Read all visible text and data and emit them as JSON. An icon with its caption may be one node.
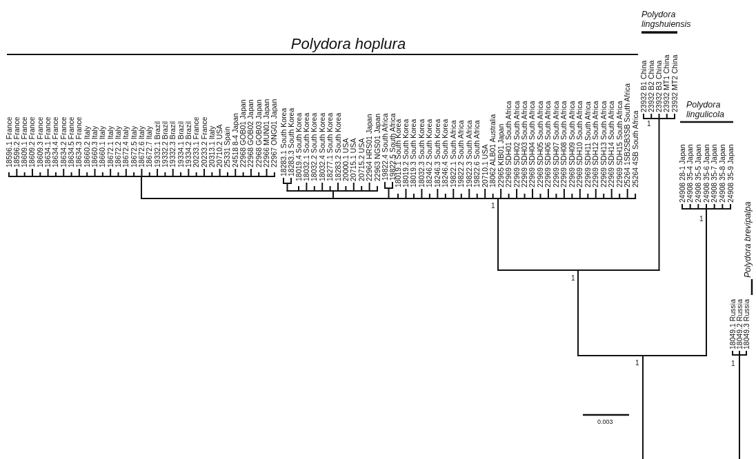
{
  "diagram": {
    "labels": [
      "Polydora hoplura",
      "Polydora lingshuiensis",
      "Polydora lingulicola",
      "Polydora brevipalpa",
      "18596.1 France",
      "18596.2 France",
      "18609.1 France",
      "18609.2 France",
      "18609.3 France",
      "18634.1 France",
      "18634.4 France",
      "18634.2 France",
      "18634.5 France",
      "18634.3 France",
      "18660.2 Italy",
      "18660.3 Italy",
      "18660.1 Italy",
      "18672.1 Italy",
      "18672.2 Italy",
      "18672.4 Italy",
      "18672.5 Italy",
      "18672.6 Italy",
      "18672.7 Italy",
      "19332.1 Brazil",
      "19332.2 Brazil",
      "19332.3 Brazil",
      "19334.1 Brazil",
      "19334.2 Brazil",
      "20233.1 France",
      "20233.2 France",
      "20313.1 Italy",
      "20710.2 USA",
      "25331 Spain",
      "24518 8-4 Japan",
      "22968 GOB01 Japan",
      "22968 GOB02 Japan",
      "22968 GOB03 Japan",
      "22966 MUN01 Japan",
      "22967 ONG01 Japan",
      "18283.1 South Korea",
      "18283.3 South Korea",
      "18019.4 South Korea",
      "18032.1 South Korea",
      "18032.2 South Korea",
      "18032.4 South Korea",
      "18277.1 South Korea",
      "18283.2 South Korea",
      "20000.1 USA",
      "20715.1 USA",
      "20715.2 USA",
      "22964 HRS01 Japan",
      "22963 NGS01 Japan",
      "19822.4 South Africa",
      "19822.5 South Africa",
      "18019.1 South Korea",
      "18019.2 South Korea",
      "18019.3 South Korea",
      "18032.3 South Korea",
      "18246.2 South Korea",
      "18246.3 South Korea",
      "18246.4 South Korea",
      "19822.1 South Africa",
      "19822.2 South Africa",
      "19822.3 South Africa",
      "19822.6 South Africa",
      "20710.1 USA",
      "18062 ALB01 Australia",
      "22965 KIB01 Japan",
      "22969 SDH01 South Africa",
      "22969 SDH02 South Africa",
      "22969 SDH03 South Africa",
      "22969 SDH04 South Africa",
      "22969 SDH05 South Africa",
      "22969 SDH06 South Africa",
      "22969 SDH07 South Africa",
      "22969 SDH08 South Africa",
      "22969 SDH09 South Africa",
      "22969 SDH10 South Africa",
      "22969 SDH11 South Africa",
      "22969 SDH12 South Africa",
      "22969 SDH13 South Africa",
      "22969 SDH14 South Africa",
      "22969 SDH15 South Africa",
      "25264 1SB2SB3SB South Africa",
      "25264 4SB South Africa",
      "23932 B1 China",
      "23932 B2 China",
      "23932 B3 China",
      "23932 MT1 China",
      "23932 MT2 China",
      "24908 28-1 Japan",
      "24908 35-4 Japan",
      "24908 35-5 Japan",
      "24908 35-6 Japan",
      "24908 35-7 Japan",
      "24908 35-8 Japan",
      "24908 35-9 Japan",
      "18049.1 Russia",
      "18049.2 Russia",
      "18049.3 Russia",
      "1",
      "1",
      "1",
      "1",
      "1",
      "1",
      "0.003"
    ]
  }
}
